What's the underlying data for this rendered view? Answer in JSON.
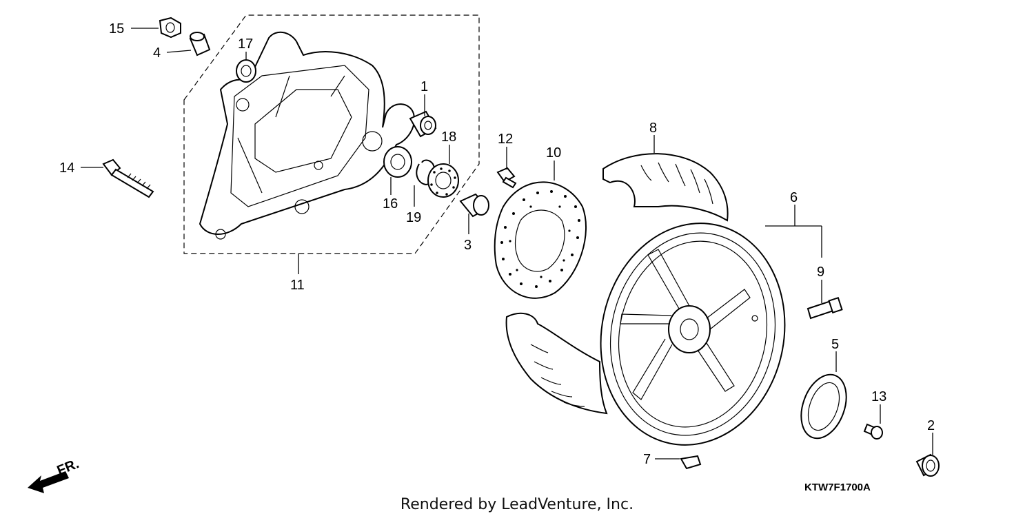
{
  "callouts": [
    {
      "id": "c1",
      "text": "1"
    },
    {
      "id": "c2",
      "text": "2"
    },
    {
      "id": "c3",
      "text": "3"
    },
    {
      "id": "c4",
      "text": "4"
    },
    {
      "id": "c5",
      "text": "5"
    },
    {
      "id": "c6",
      "text": "6"
    },
    {
      "id": "c7",
      "text": "7"
    },
    {
      "id": "c8",
      "text": "8"
    },
    {
      "id": "c9",
      "text": "9"
    },
    {
      "id": "c10",
      "text": "10"
    },
    {
      "id": "c11",
      "text": "11"
    },
    {
      "id": "c12",
      "text": "12"
    },
    {
      "id": "c13",
      "text": "13"
    },
    {
      "id": "c14",
      "text": "14"
    },
    {
      "id": "c15",
      "text": "15"
    },
    {
      "id": "c16",
      "text": "16"
    },
    {
      "id": "c17",
      "text": "17"
    },
    {
      "id": "c18",
      "text": "18"
    },
    {
      "id": "c19",
      "text": "19"
    }
  ],
  "front_arrow_label": "FR.",
  "diagram_code": "KTW7F1700A",
  "footer_text": "Rendered by LeadVenture, Inc."
}
